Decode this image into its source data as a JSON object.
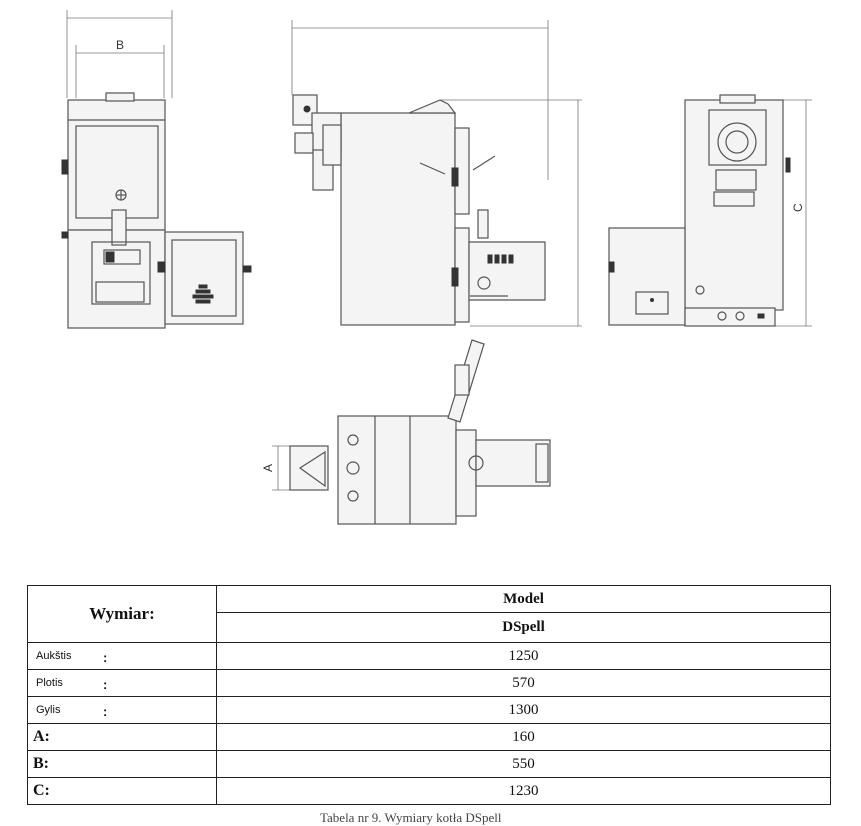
{
  "drawing": {
    "dim_labels": {
      "b": "B",
      "c": "C",
      "a": "A"
    }
  },
  "table": {
    "label_header": "Wymiar:",
    "model_header": "Model",
    "model_name": "DSpell",
    "rows": [
      {
        "label": "Aukštis",
        "style": "small",
        "value": "1250"
      },
      {
        "label": "Plotis",
        "style": "small",
        "value": "570"
      },
      {
        "label": "Gylis",
        "style": "small",
        "value": "1300"
      },
      {
        "label": "A:",
        "style": "big",
        "value": "160"
      },
      {
        "label": "B:",
        "style": "big",
        "value": "550"
      },
      {
        "label": "C:",
        "style": "big",
        "value": "1230"
      }
    ]
  },
  "caption": "Tabela nr 9. Wymiary kotła DSpell"
}
